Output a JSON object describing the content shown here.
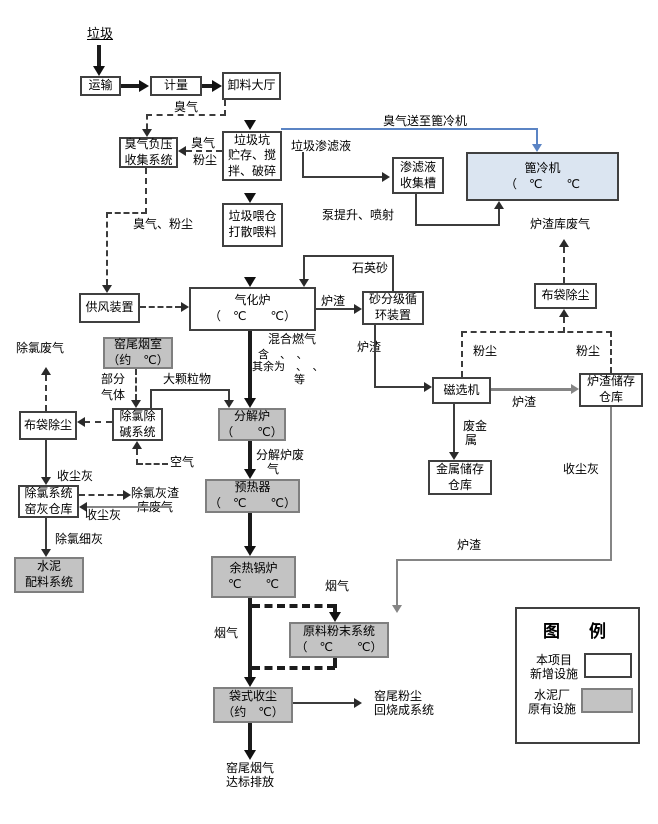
{
  "colors": {
    "new_facility_fill": "#ffffff",
    "existing_facility_fill": "#c3c3c3",
    "grate_cooler_fill": "#dbe5f1",
    "blue_line": "#5b84c4",
    "line": "#3c3c3c"
  },
  "nodes": {
    "transport": [
      "运输"
    ],
    "metering": [
      "计量"
    ],
    "unloading_hall": [
      "卸料大厅"
    ],
    "odor_collection": [
      "臭气负压",
      "收集系统"
    ],
    "waste_pit": [
      "垃圾坑",
      "贮存、搅",
      "拌、破碎"
    ],
    "feeding_bin": [
      "垃圾喂仓",
      "打散喂料"
    ],
    "leachate_tank": [
      "渗滤液",
      "收集槽"
    ],
    "grate_cooler": [
      "篦冷机",
      "（　℃　　℃"
    ],
    "air_supply": [
      "供风装置"
    ],
    "gasifier": [
      "气化炉",
      "（　℃　　℃）"
    ],
    "sand_grading": [
      "砂分级循",
      "环装置"
    ],
    "kiln_tail_chamber": [
      "窑尾烟室",
      "（约　℃）"
    ],
    "dechlor_dealkali": [
      "除氯除",
      "碱系统"
    ],
    "bag_filter_left": [
      "布袋除尘"
    ],
    "kiln_ash_warehouse": [
      "除氯系统",
      "窑灰仓库"
    ],
    "cement_batching": [
      "水泥",
      "配料系统"
    ],
    "calciner": [
      "分解炉",
      "（　　℃）"
    ],
    "preheater": [
      "预热器",
      "（　℃　　℃）"
    ],
    "waste_heat_boiler": [
      "余热锅炉",
      "℃　　℃"
    ],
    "raw_material_powder": [
      "原料粉末系统",
      "（　℃　　℃）"
    ],
    "bag_dust_collector": [
      "袋式收尘",
      "（约　℃）"
    ],
    "magnetic_separator": [
      "磁选机"
    ],
    "metal_storage": [
      "金属储存",
      "仓库"
    ],
    "slag_storage": [
      "炉渣储存",
      "仓库"
    ],
    "bag_filter_right": [
      "布袋除尘"
    ]
  },
  "labels": {
    "waste": "垃圾",
    "odor_top": "臭气",
    "odor_side": "臭气",
    "dust_side": "粉尘",
    "odor_to_cooler": "臭气送至篦冷机",
    "leachate": "垃圾渗滤液",
    "pump_lift": "泵提升、喷射",
    "slag_store_gas": "炉渣库废气",
    "odor_dust": "臭气、粉尘",
    "quartz_sand": "石英砂",
    "slag_1": "炉渣",
    "slag_2": "炉渣",
    "slag_3": "炉渣",
    "slag_4": "炉渣",
    "mixed_gas": [
      "混合燃气",
      "含　、　、",
      "其余为　、　、",
      "等"
    ],
    "partial_gas": [
      "部分",
      "气体"
    ],
    "large_particles": "大颗粒物",
    "dechlor_waste_gas": "除氯废气",
    "air": "空气",
    "dust_ash_1": "收尘灰",
    "dust_ash_2": "收尘灰",
    "dust_ash_3": "收尘灰",
    "dechlor_ash_gas": [
      "除氯灰渣",
      "库废气"
    ],
    "dechlor_fine_ash": "除氯细灰",
    "calciner_gas": [
      "分解炉废",
      "气"
    ],
    "flue_gas_1": "烟气",
    "flue_gas_2": "烟气",
    "dust_1": "粉尘",
    "dust_2": "粉尘",
    "scrap_metal": [
      "废金",
      "属"
    ],
    "kiln_dust_return": [
      "窑尾粉尘",
      "回烧成系统"
    ],
    "final_emission": [
      "窑尾烟气",
      "达标排放"
    ]
  },
  "legend": {
    "title": "图　例",
    "items": [
      {
        "label": [
          "本项目",
          "新增设施"
        ],
        "type": "new"
      },
      {
        "label": [
          "水泥厂",
          "原有设施"
        ],
        "type": "existing"
      }
    ]
  }
}
